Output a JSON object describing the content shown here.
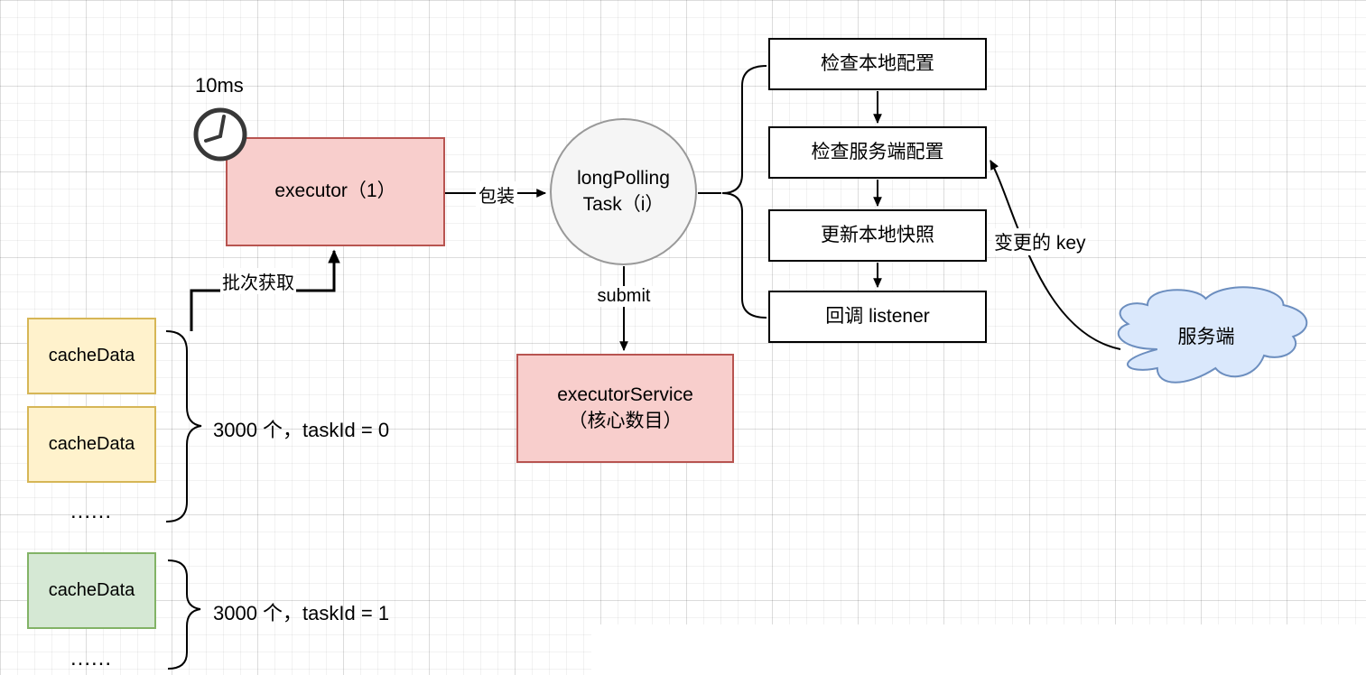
{
  "diagram": {
    "timer": {
      "label": "10ms"
    },
    "executor": {
      "label": "executor（1）"
    },
    "polling_task": {
      "line1": "longPolling",
      "line2": "Task（i）"
    },
    "executor_service": {
      "line1": "executorService",
      "line2": "（核心数目）"
    },
    "edges": {
      "wrap": "包装",
      "submit": "submit",
      "batch_fetch": "批次获取",
      "changed_key": "变更的 key"
    },
    "steps": [
      {
        "label": "检查本地配置"
      },
      {
        "label": "检查服务端配置"
      },
      {
        "label": "更新本地快照"
      },
      {
        "label": "回调 listener"
      }
    ],
    "server": {
      "label": "服务端"
    },
    "task_groups": [
      {
        "box1": "cacheData",
        "box2": "cacheData",
        "ellipsis": "......",
        "annotation": "3000 个，taskId = 0"
      },
      {
        "box1": "cacheData",
        "ellipsis": "......",
        "annotation": "3000 个，taskId = 1"
      }
    ],
    "colors": {
      "red_fill": "#f8cecc",
      "red_stroke": "#b85450",
      "yellow_fill": "#fff2cc",
      "yellow_stroke": "#d6b656",
      "green_fill": "#d5e8d4",
      "green_stroke": "#82b366",
      "blue_fill": "#dae8fc",
      "blue_stroke": "#6c8ebf",
      "gray_fill": "#f5f5f5",
      "gray_stroke": "#999999"
    }
  }
}
